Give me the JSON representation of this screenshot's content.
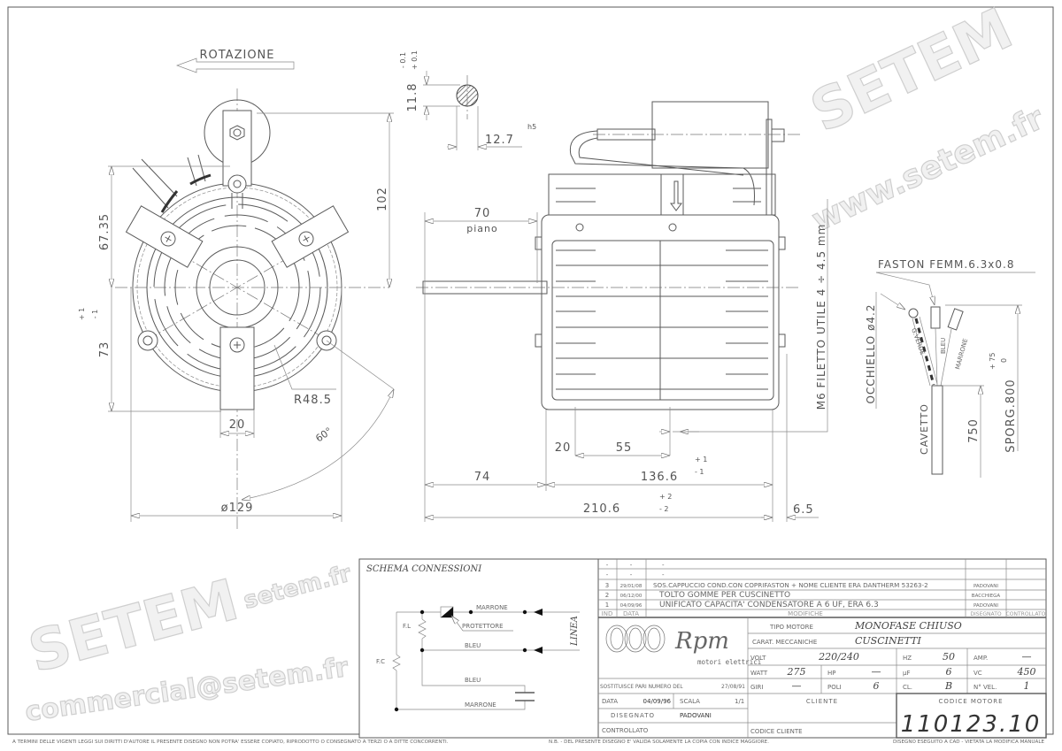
{
  "drawing": {
    "rotation_label": "ROTAZIONE",
    "front_view": {
      "dim_102": "102",
      "dim_67_35": "67.35",
      "dim_73": "73",
      "tol_plus_1": "+ 1",
      "tol_minus_1": "- 1",
      "dim_20": "20",
      "radius": "R48.5",
      "angle": "60°",
      "diameter": "ø129"
    },
    "shaft_section": {
      "dim_11_8": "11.8",
      "tol_minus": "- 0.1",
      "tol_plus": "+ 0.1",
      "dim_12_7": "12.7",
      "fit": "h5"
    },
    "side_view": {
      "dim_70": "70",
      "piano": "piano",
      "dim_20": "20",
      "dim_55": "55",
      "dim_74": "74",
      "dim_136_6": "136.6",
      "tol_136_plus": "+ 1",
      "tol_136_minus": "- 1",
      "dim_210_6": "210.6",
      "tol_210_plus": "+ 2",
      "tol_210_minus": "- 2",
      "dim_6_5": "6.5",
      "thread_note": "M6 FILETTO UTILE 4 ÷ 4.5 mm"
    },
    "cable": {
      "faston": "FASTON FEMM.6.3x0.8",
      "occhiello": "OCCHIELLO ø4.2",
      "verde": "G.VERDE",
      "bleu": "BLEU",
      "marrone": "MARRONE",
      "cavetto": "CAVETTO",
      "dim_750": "750",
      "sporg": "SPORG.800",
      "sporg_tol_plus": "+ 75",
      "sporg_tol_minus": "0"
    }
  },
  "watermark": {
    "url": "www.setem.fr",
    "brand": "SETEM",
    "brand2": "SETEM",
    "email": "commercial@setem.fr",
    "url_small": "setem.fr"
  },
  "schema": {
    "title": "SCHEMA CONNESSIONI",
    "marrone_top": "MARRONE",
    "protettore": "PROTETTORE",
    "bleu_mid": "BLEU",
    "bleu_low": "BLEU",
    "marrone_bottom": "MARRONE",
    "fl": "F.L",
    "fc": "F.C",
    "linea": "LINEA"
  },
  "revisions": {
    "headers": {
      "ind": "IND",
      "data": "DATA",
      "modifiche": "MODIFICHE",
      "disegnato": "DISEGNATO",
      "controllato": "CONTROLLATO"
    },
    "rows": [
      {
        "ind": "-",
        "data": "-",
        "mod": "-",
        "dis": "",
        "con": ""
      },
      {
        "ind": "-",
        "data": "-",
        "mod": "-",
        "dis": "",
        "con": ""
      },
      {
        "ind": "3",
        "data": "29/01/08",
        "mod": "SOS.CAPPUCCIO COND.CON COPRIFASTON + NOME CLIENTE ERA DANTHERM 53263-2",
        "dis": "PADOVANI",
        "con": ""
      },
      {
        "ind": "2",
        "data": "06/12/00",
        "mod": "TOLTO GOMME PER CUSCINETTO",
        "dis": "BACCHIEGA",
        "con": ""
      },
      {
        "ind": "1",
        "data": "04/09/96",
        "mod": "UNIFICATO CAPACITA' CONDENSATORE A 6 UF, ERA 6.3",
        "dis": "PADOVANI",
        "con": ""
      }
    ]
  },
  "title_block": {
    "logo_name": "Rpm",
    "logo_sub": "motori elettrici",
    "tipo_motore_label": "TIPO MOTORE",
    "tipo_motore": "MONOFASE CHIUSO",
    "carat_label": "CARAT. MECCANICHE",
    "carat": "CUSCINETTI",
    "volt_label": "VOLT",
    "volt": "220/240",
    "hz_label": "HZ",
    "hz": "50",
    "amp_label": "AMP.",
    "amp": "—",
    "watt_label": "WATT",
    "watt": "275",
    "hp_label": "HP",
    "hp": "—",
    "uf_label": "µF",
    "uf": "6",
    "vc_label": "VC",
    "vc": "450",
    "giri_label": "GIRI",
    "giri": "—",
    "poli_label": "POLI",
    "poli": "6",
    "cl_label": "CL.",
    "cl": "B",
    "nvel_label": "N° VEL.",
    "nvel": "1",
    "sostituisce_label": "SOSTITUISCE PARI NUMERO DEL",
    "sostituisce_date": "27/08/91",
    "data_label": "DATA",
    "data": "04/09/96",
    "scala_label": "SCALA",
    "scala": "1/1",
    "disegnato_label": "DISEGNATO",
    "disegnato": "PADOVANI",
    "controllato_label": "CONTROLLATO",
    "cliente_label": "CLIENTE",
    "codice_cliente_label": "CODICE CLIENTE",
    "codice_motore_label": "CODICE MOTORE",
    "codice_motore": "110123.10"
  },
  "footer": {
    "copyright": "A TERMINI DELLE VIGENTI LEGGI SUI DIRITTI D'AUTORE IL PRESENTE DISEGNO NON POTRA' ESSERE COPIATO, RIPRODOTTO O CONSEGNATO A TERZI O A DITTE CONCORRENTI.",
    "nb": "N.B. - DEL PRESENTE DISEGNO E' VALIDA SOLAMENTE LA COPIA CON INDICE MAGGIORE.",
    "cad": "DISEGNO ESEGUITO A CAD - VIETATA LA MODIFICA MANUALE"
  }
}
